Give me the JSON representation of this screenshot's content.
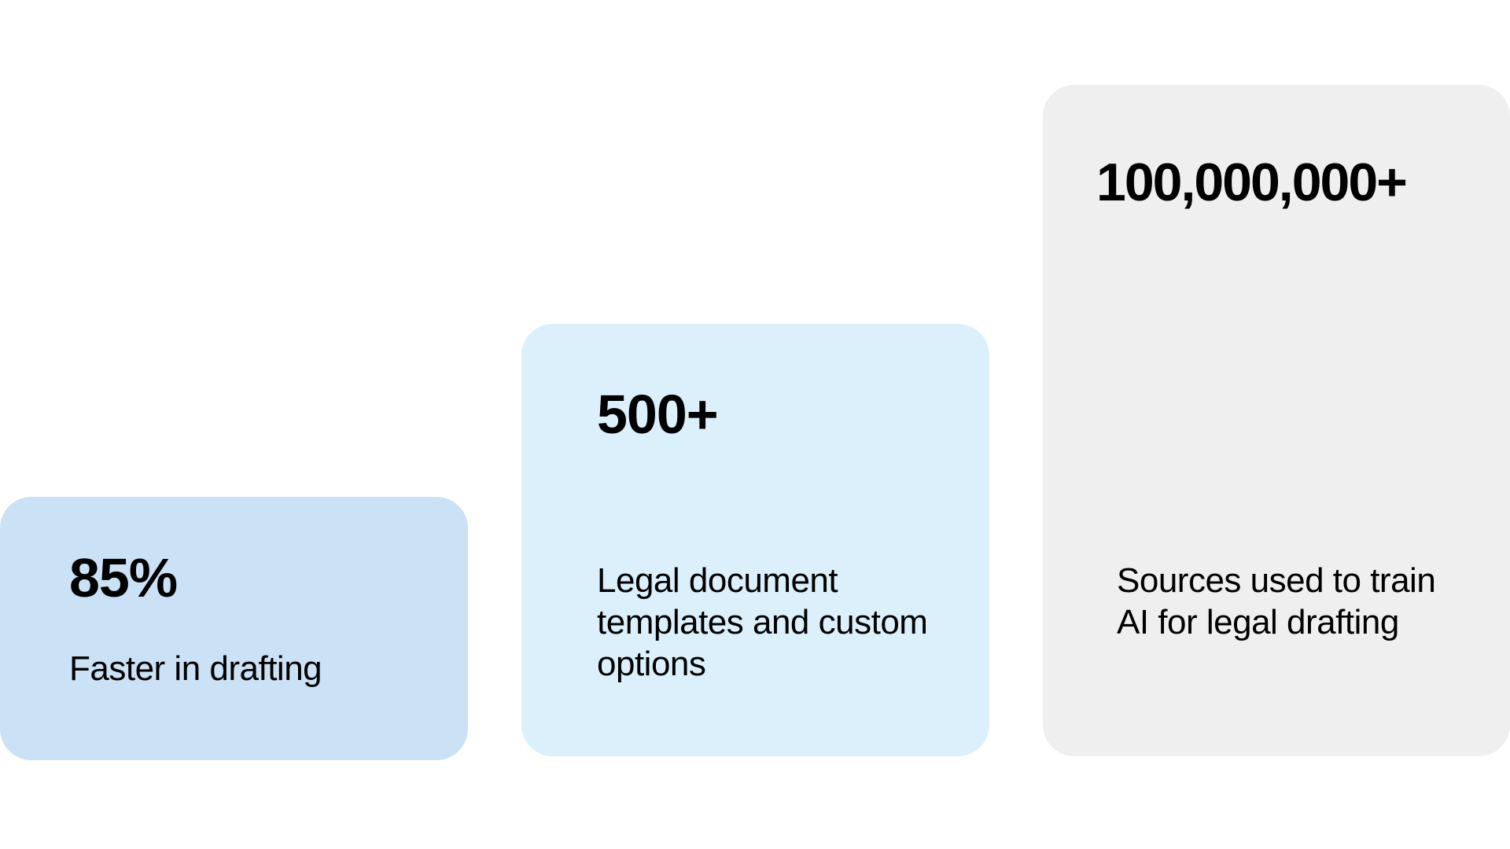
{
  "theme": {
    "card_1_color": "#cbe1f6",
    "card_2_color": "#dbf0fb",
    "card_3_color": "#efefef",
    "text_color": "#000000",
    "background": "#ffffff"
  },
  "stats": [
    {
      "value": "85%",
      "label": "Faster in drafting"
    },
    {
      "value": "500+",
      "label": "Legal document templates and custom options"
    },
    {
      "value": "100,000,000+",
      "label": "Sources used to train AI for legal drafting"
    }
  ]
}
